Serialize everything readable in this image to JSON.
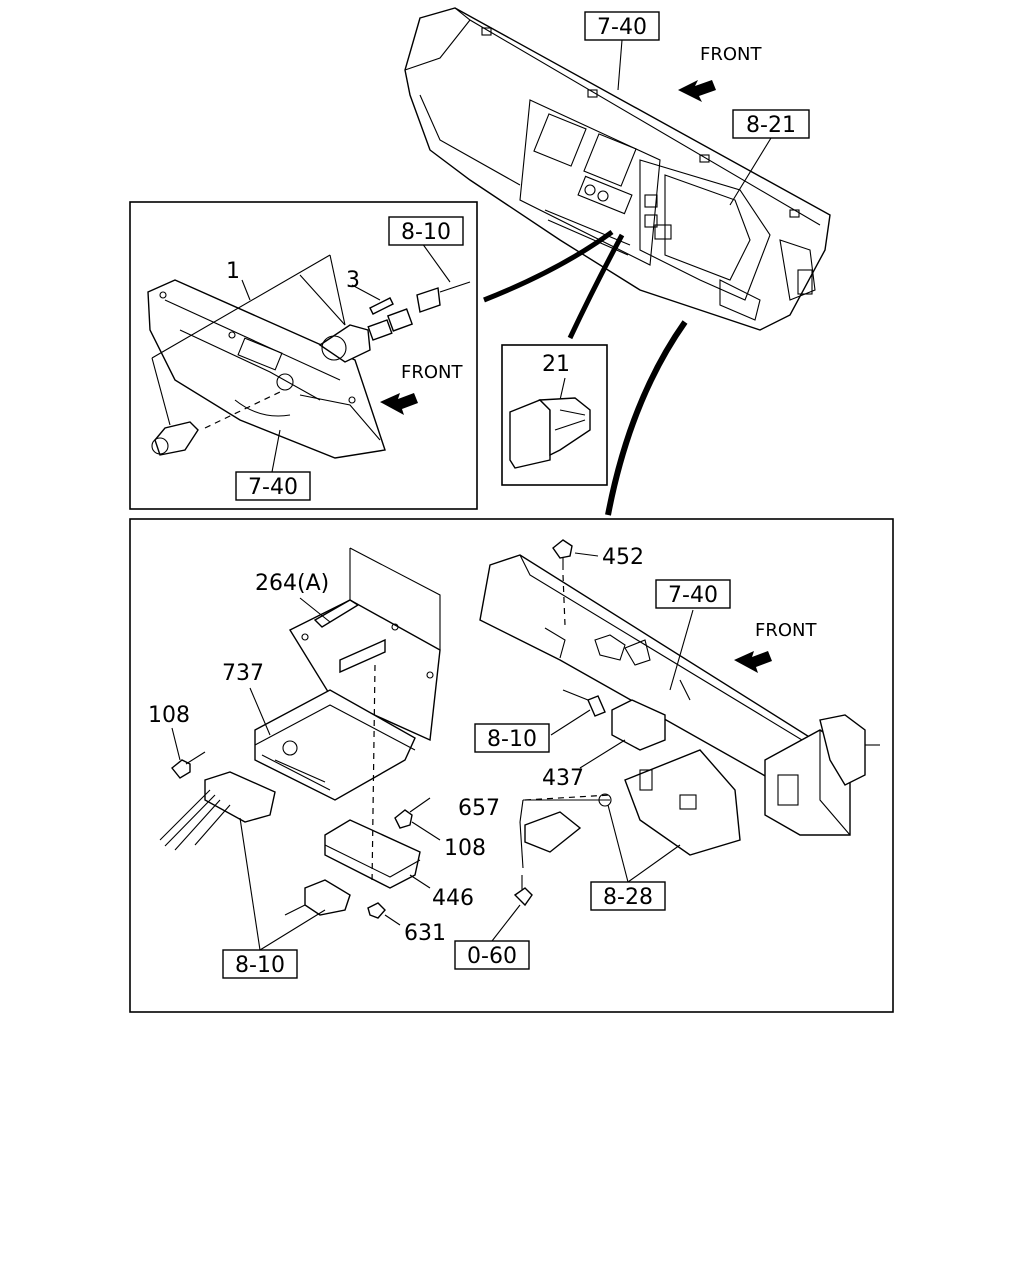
{
  "refs": {
    "r740_top": "7-40",
    "r821": "8-21",
    "r810_inset": "8-10",
    "r740_inset": "7-40",
    "r740_main": "7-40",
    "r810_mid": "8-10",
    "r828": "8-28",
    "r060": "0-60",
    "r810_bottom": "8-10"
  },
  "parts": {
    "p1": "1",
    "p3": "3",
    "p21": "21",
    "p264a": "264(A)",
    "p737": "737",
    "p108_left": "108",
    "p108_right": "108",
    "p446": "446",
    "p631": "631",
    "p452": "452",
    "p437": "437",
    "p657": "657"
  },
  "front_labels": {
    "top": "FRONT",
    "inset": "FRONT",
    "main": "FRONT"
  }
}
